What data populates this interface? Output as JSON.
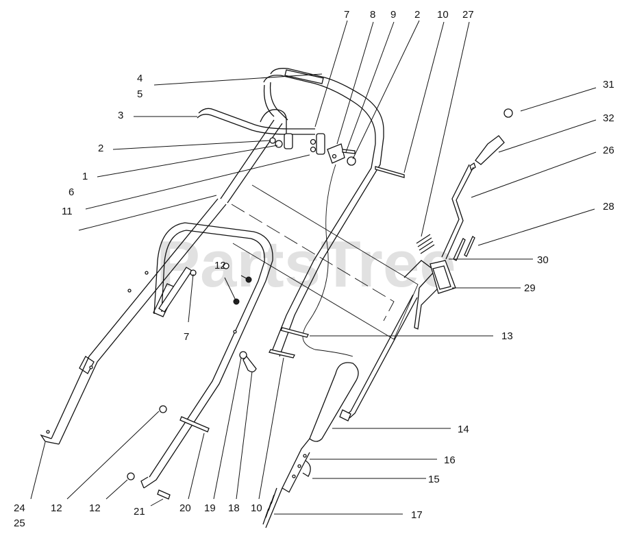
{
  "watermark": "PartsTree",
  "callouts": [
    "7",
    "8",
    "9",
    "2",
    "10",
    "27",
    "4",
    "5",
    "31",
    "3",
    "32",
    "2",
    "26",
    "1",
    "6",
    "28",
    "11",
    "12",
    "30",
    "29",
    "7",
    "13",
    "14",
    "16",
    "15",
    "24",
    "25",
    "12",
    "12",
    "21",
    "20",
    "19",
    "18",
    "10",
    "17"
  ]
}
